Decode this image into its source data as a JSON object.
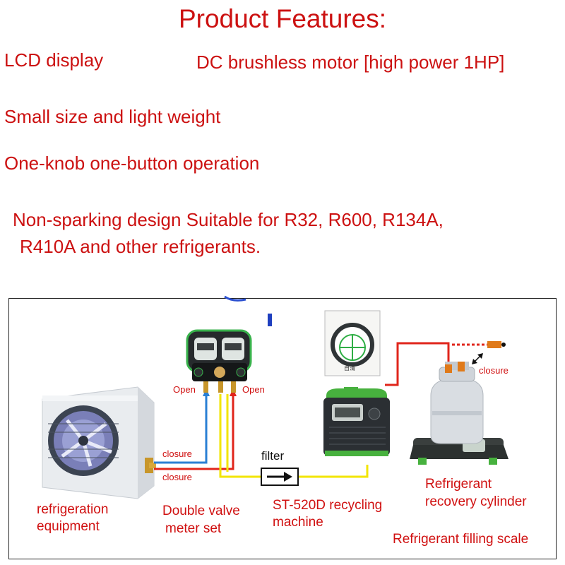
{
  "heading": "Product Features:",
  "features": {
    "lcd": "LCD display",
    "motor": "DC brushless motor [high power 1HP]",
    "size": "Small size and light weight",
    "operation": "One-knob one-button operation",
    "refrigerants_line1": "Non-sparking design Suitable for R32, R600, R134A,",
    "refrigerants_line2": "R410A and other refrigerants."
  },
  "diagram": {
    "open_left": "Open",
    "open_right": "Open",
    "closure_top": "closure",
    "closure_bottom": "closure",
    "closure_cylinder": "closure",
    "filter": "filter",
    "refrigeration_equipment_1": "refrigeration",
    "refrigeration_equipment_2": "equipment",
    "double_valve_1": "Double valve",
    "double_valve_2": "meter set",
    "recycling_machine_1": "ST-520D recycling",
    "recycling_machine_2": "machine",
    "recovery_cylinder_1": "Refrigerant",
    "recovery_cylinder_2": "recovery cylinder",
    "filling_scale": "Refrigerant filling scale",
    "inset_caption": "自清"
  },
  "colors": {
    "heading": "#cc1111",
    "hose_blue": "#2a7fd4",
    "hose_red": "#e0251b",
    "hose_yellow": "#f2e500",
    "gauge_green": "#36b24a"
  }
}
